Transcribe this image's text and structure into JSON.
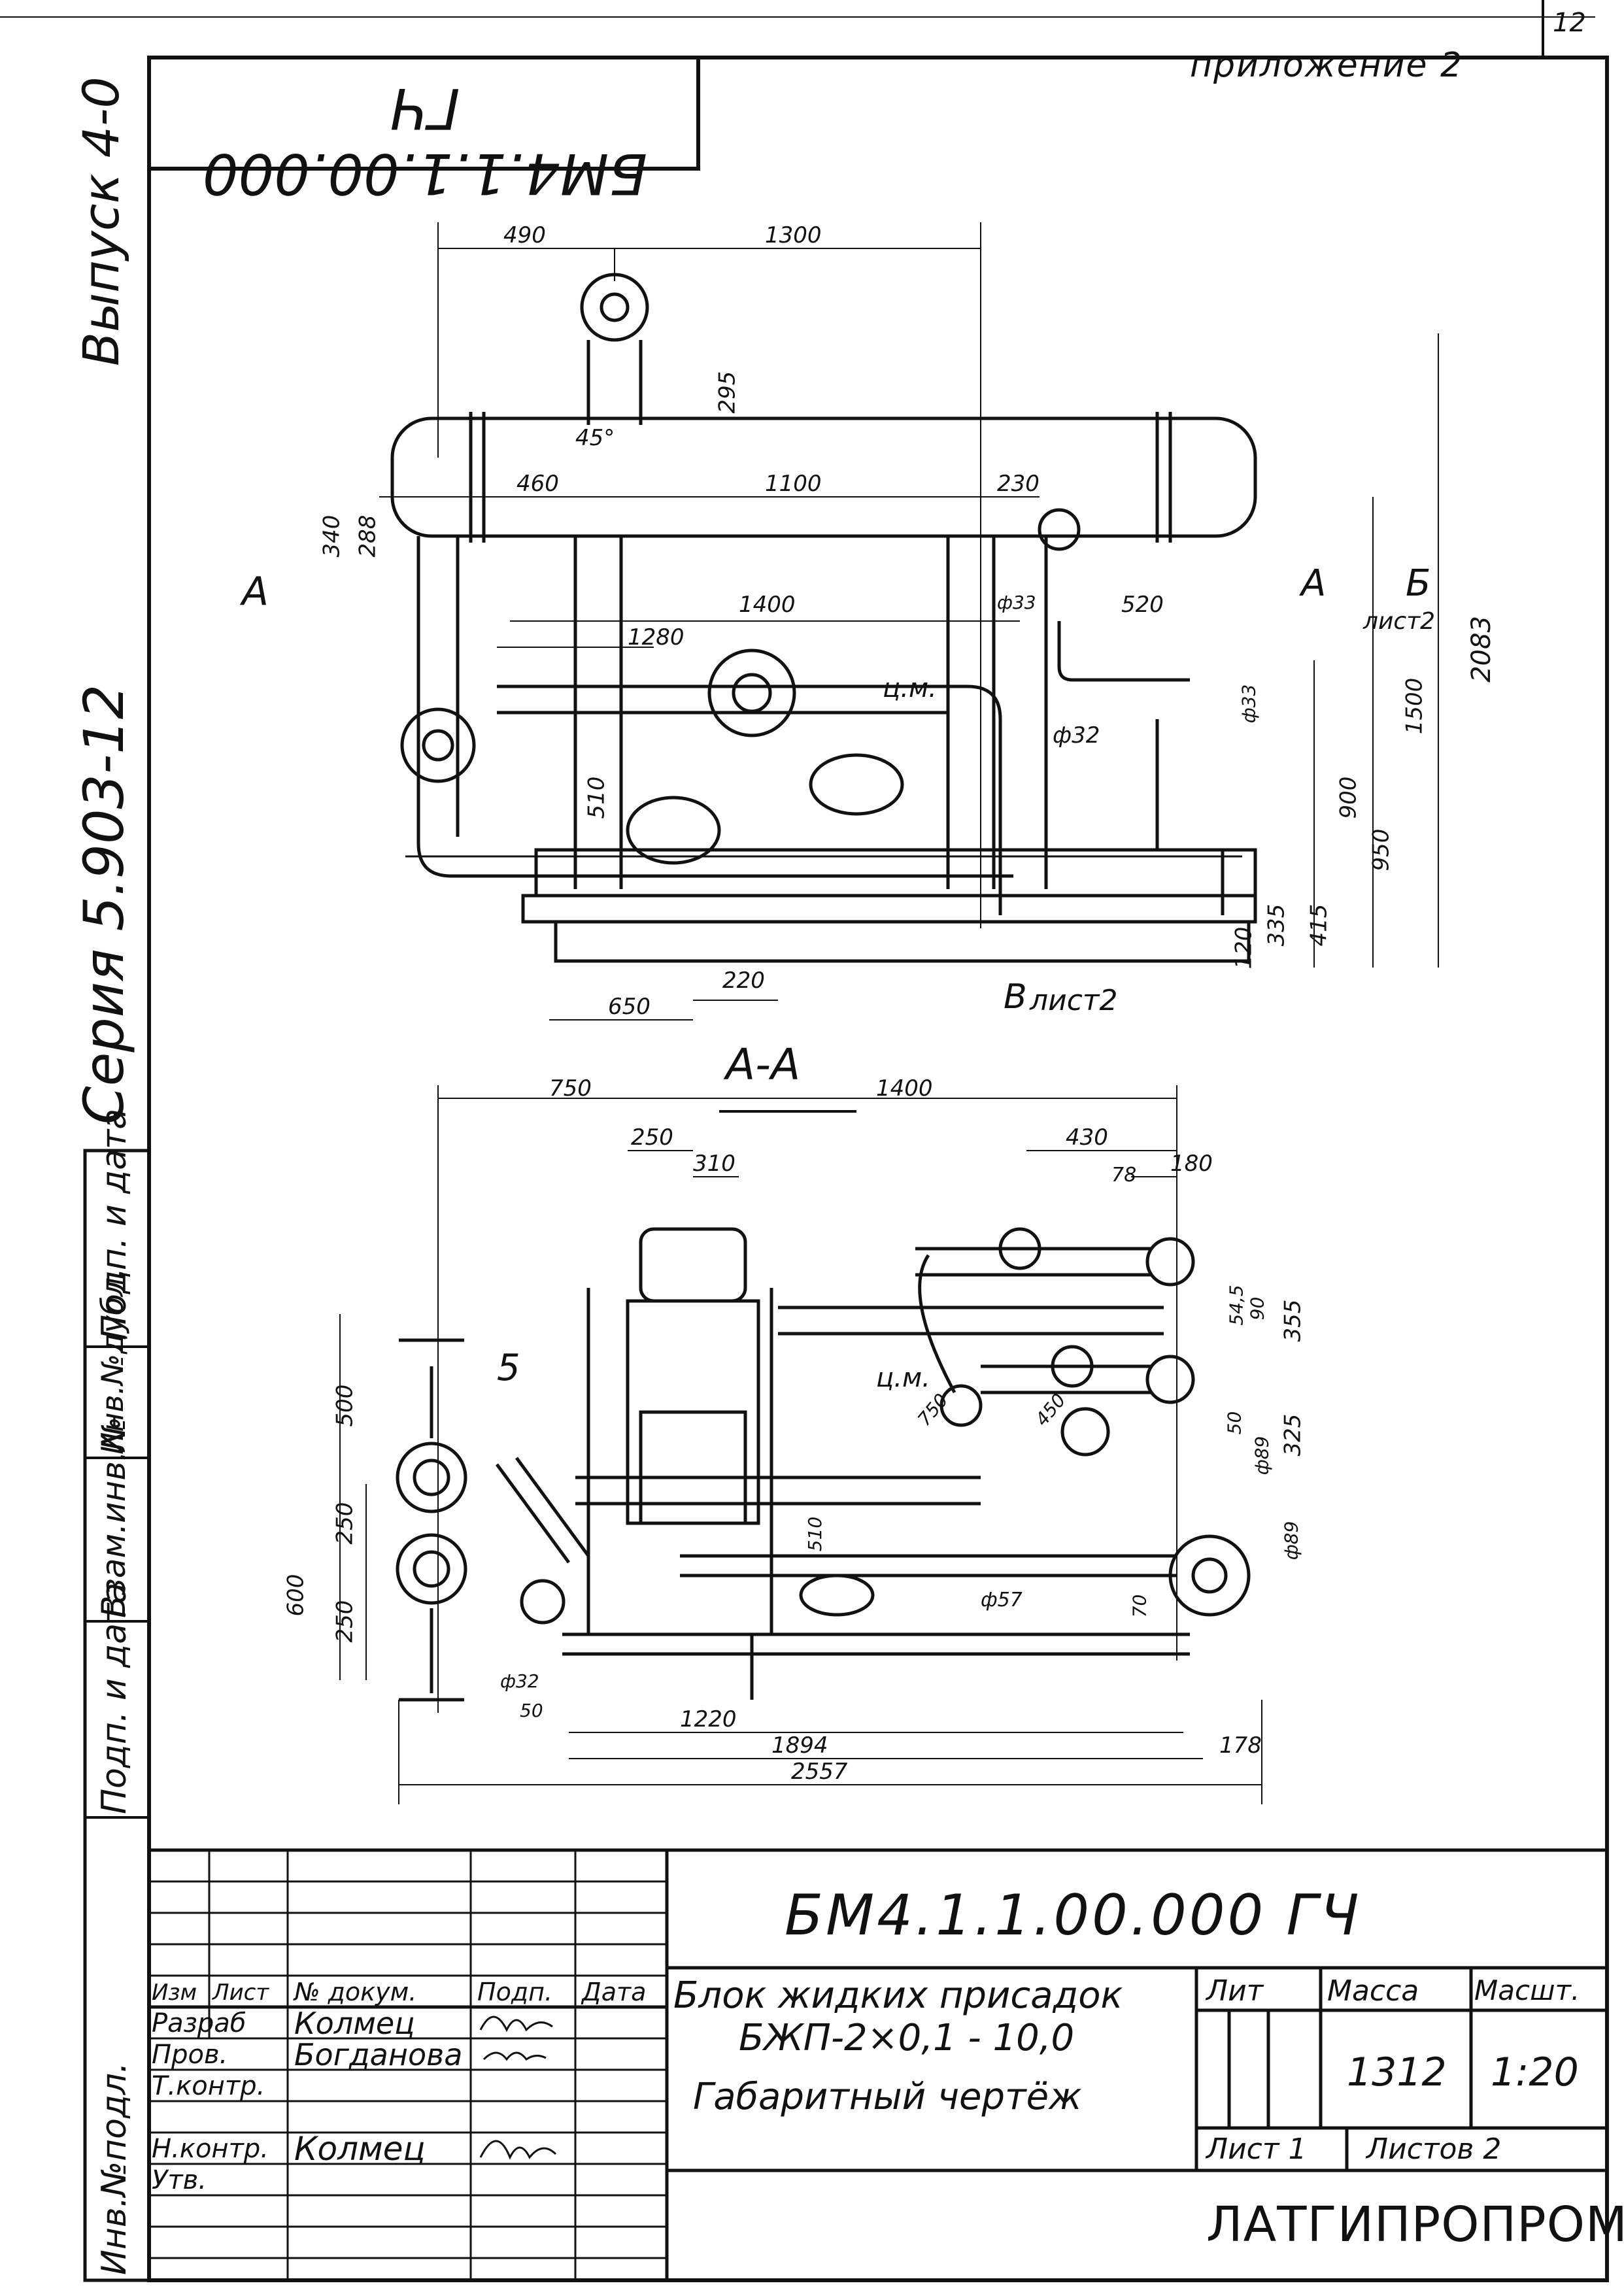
{
  "sheet": {
    "page_number": "12",
    "appendix": "приложение 2"
  },
  "stamp_code_mirrored": "БМ4.1.1.00.000 ГЧ",
  "side_labels": {
    "issue": "Выпуск 4-0",
    "series": "Серия 5.903-12"
  },
  "left_strip": [
    "Подп. и дата",
    "Инв.№дубл.",
    "Взам.инв.№",
    "Подп. и дата",
    "Инв.№подл."
  ],
  "views": {
    "section_title": "А-А",
    "marker_a_left": "А",
    "marker_a_right": "А",
    "marker_b": "Б",
    "marker_b_sheet": "лист2",
    "marker_v": "В",
    "marker_v_sheet": "лист2",
    "callout_cm_top": "ц.м.",
    "callout_cm_bottom": "ц.м.",
    "callout_5": "5"
  },
  "top_view_dims": [
    "490",
    "1300",
    "295",
    "45°",
    "460",
    "1100",
    "230",
    "340",
    "288",
    "1400",
    "ф33",
    "520",
    "1280",
    "ф32",
    "ф33",
    "510",
    "2083",
    "1500",
    "900",
    "950",
    "120",
    "335",
    "415",
    "650",
    "220"
  ],
  "section_dims": [
    "750",
    "1400",
    "250",
    "310",
    "430",
    "180",
    "78",
    "54,5",
    "90",
    "355",
    "500",
    "750",
    "450",
    "50",
    "ф89",
    "325",
    "250",
    "ф89",
    "600",
    "250",
    "ф57",
    "70",
    "ф32",
    "50",
    "1220",
    "1894",
    "178",
    "2557",
    "510"
  ],
  "title_block": {
    "designation": "БМ4.1.1.00.000 ГЧ",
    "name_line1": "Блок жидких присадок",
    "name_line2": "БЖП-2×0,1 - 10,0",
    "name_line3": "Габаритный чертёж",
    "col_headers": [
      "Изм",
      "Лист",
      "№ докум.",
      "Подп.",
      "Дата"
    ],
    "rows": [
      {
        "role": "Разраб",
        "name": "Колмец"
      },
      {
        "role": "Пров.",
        "name": "Богданова"
      },
      {
        "role": "Т.контр.",
        "name": ""
      },
      {
        "role": "Н.контр.",
        "name": "Колмец"
      },
      {
        "role": "Утв.",
        "name": ""
      }
    ],
    "lit_label": "Лит",
    "mass_label": "Масса",
    "scale_label": "Масшт.",
    "mass": "1312",
    "scale": "1:20",
    "sheet_label": "Лист 1",
    "sheets_label": "Листов 2",
    "organization": "ЛАТГИПРОПРОМ"
  }
}
